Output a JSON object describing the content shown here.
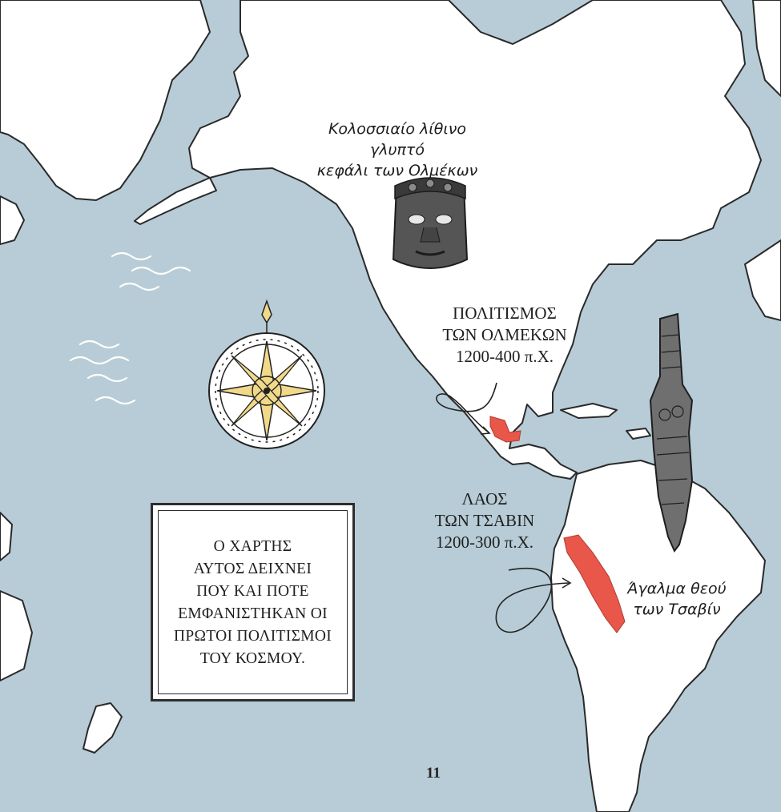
{
  "labels": {
    "olmec_head": [
      "Κολοσσιαίο λίθινο γλυπτό",
      "κεφάλι των Ολμέκων"
    ],
    "olmec_civ": [
      "ΠΟΛΙΤΙΣΜΟΣ",
      "ΤΩΝ ΟΛΜΕΚΩΝ",
      "1200-400 π.Χ."
    ],
    "chavin_civ": [
      "ΛΑΟΣ",
      "ΤΩΝ ΤΣΑΒΙΝ",
      "1200-300 π.Χ."
    ],
    "chavin_statue": [
      "Άγαλμα θεού",
      "των Τσαβίν"
    ]
  },
  "info_box": {
    "lines": [
      "Ο ΧΑΡΤΗΣ",
      "ΑΥΤΟΣ ΔΕΙΧΝΕΙ",
      "ΠΟΥ ΚΑΙ ΠΟΤΕ",
      "ΕΜΦΑΝΙΣΤΗΚΑΝ ΟΙ",
      "ΠΡΩΤΟΙ ΠΟΛΙΤΙΣΜΟΙ",
      "ΤΟΥ ΚΟΣΜΟΥ."
    ]
  },
  "page_number": "11",
  "colors": {
    "ocean": "#b7ccd6",
    "land": "#ffffff",
    "civilization_region": "#e9574a",
    "compass_star": "#f1d98a"
  },
  "icons": [
    "olmec-head-icon",
    "chavin-statue-icon",
    "compass-rose-icon",
    "wave-icon"
  ]
}
